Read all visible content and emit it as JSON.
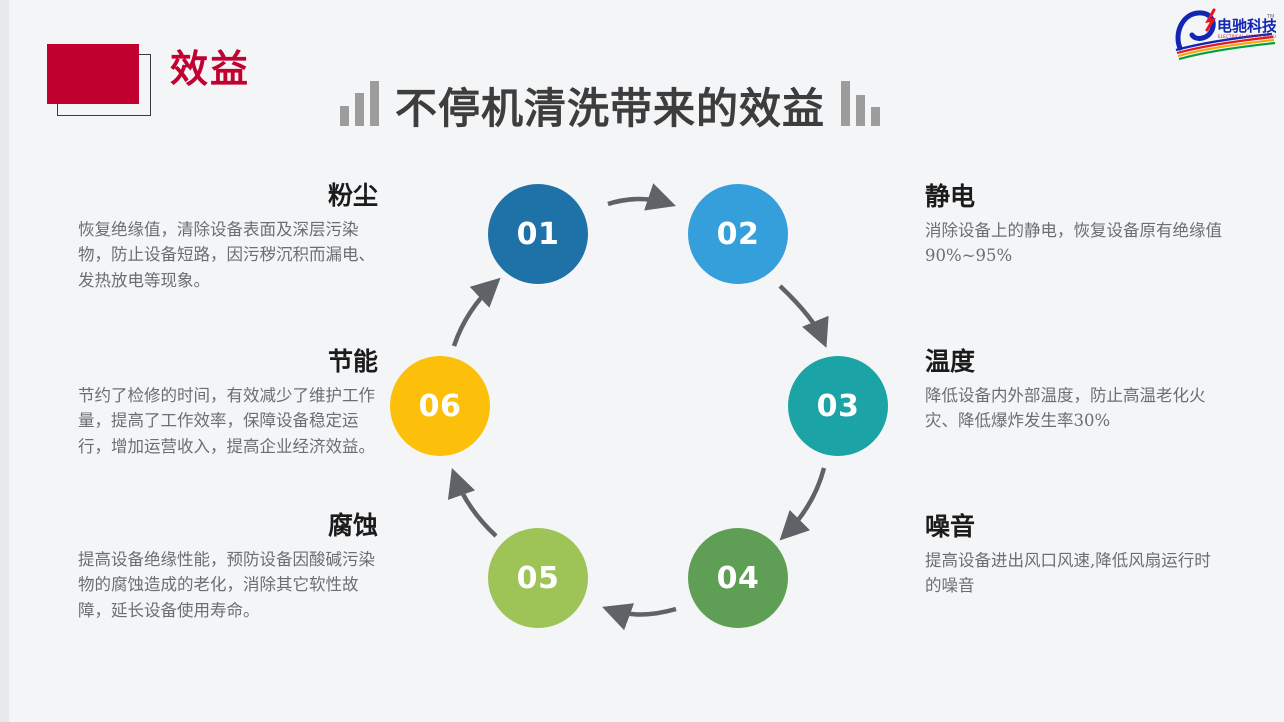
{
  "header": {
    "section_label": "效益",
    "title": "不停机清洗带来的效益",
    "badge_color": "#c10230",
    "title_color": "#3d3d3d"
  },
  "logo": {
    "brand_cn": "电驰科技",
    "brand_en": "ELECTRICAL CHI TECHNOLOGY",
    "trademark": "TM"
  },
  "cycle": {
    "nodes": [
      {
        "id": "01",
        "label": "01",
        "color": "#1e72a8"
      },
      {
        "id": "02",
        "label": "02",
        "color": "#359fdc"
      },
      {
        "id": "03",
        "label": "03",
        "color": "#1ba3a5"
      },
      {
        "id": "04",
        "label": "04",
        "color": "#5f9f55"
      },
      {
        "id": "05",
        "label": "05",
        "color": "#9ec356"
      },
      {
        "id": "06",
        "label": "06",
        "color": "#fcc00a"
      }
    ],
    "arrow_color": "#5f6368",
    "direction": "clockwise"
  },
  "benefits": {
    "dust": {
      "title": "粉尘",
      "body": "恢复绝缘值，清除设备表面及深层污染物，防止设备短路，因污秽沉积而漏电、发热放电等现象。"
    },
    "energy": {
      "title": "节能",
      "body": "节约了检修的时间，有效减少了维护工作量，提高了工作效率，保障设备稳定运行，增加运营收入，提高企业经济效益。"
    },
    "corrosion": {
      "title": "腐蚀",
      "body": "提高设备绝缘性能，预防设备因酸碱污染物的腐蚀造成的老化，消除其它软性故障，延长设备使用寿命。"
    },
    "static": {
      "title": "静电",
      "body": "消除设备上的静电，恢复设备原有绝缘值90%~95%"
    },
    "temperature": {
      "title": "温度",
      "body": "降低设备内外部温度，防止高温老化火灾、降低爆炸发生率30%"
    },
    "noise": {
      "title": "噪音",
      "body": "提高设备进出风口风速,降低风扇运行时的噪音"
    }
  }
}
